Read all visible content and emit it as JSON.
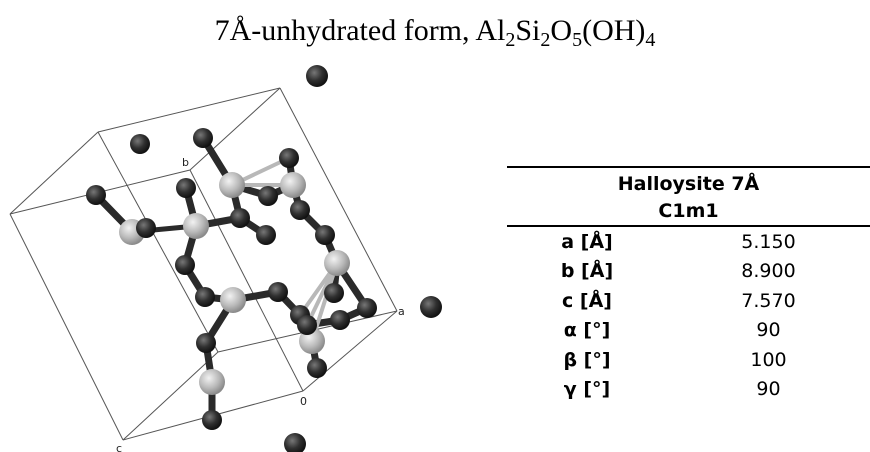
{
  "title": {
    "prefix": "7Å-unhydrated form, Al",
    "sub1": "2",
    "t2": "Si",
    "sub2": "2",
    "t3": "O",
    "sub3": "5",
    "t4": "(OH)",
    "sub4": "4"
  },
  "axes": {
    "a": "a",
    "b": "b",
    "c": "c",
    "origin": "0"
  },
  "table": {
    "name": "Halloysite 7Å",
    "space_group": "C1m1",
    "rows": [
      {
        "key": "a [Å]",
        "value": "5.150"
      },
      {
        "key": "b [Å]",
        "value": "8.900"
      },
      {
        "key": "c [Å]",
        "value": "7.570"
      },
      {
        "key": "α [°]",
        "value": "90"
      },
      {
        "key": "β [°]",
        "value": "100"
      },
      {
        "key": "γ [°]",
        "value": "90"
      }
    ]
  },
  "colors": {
    "oxygen": "#2a2a2a",
    "cation": "#b8b8b8",
    "bond": "#2a2a2a",
    "cell": "#555555"
  }
}
